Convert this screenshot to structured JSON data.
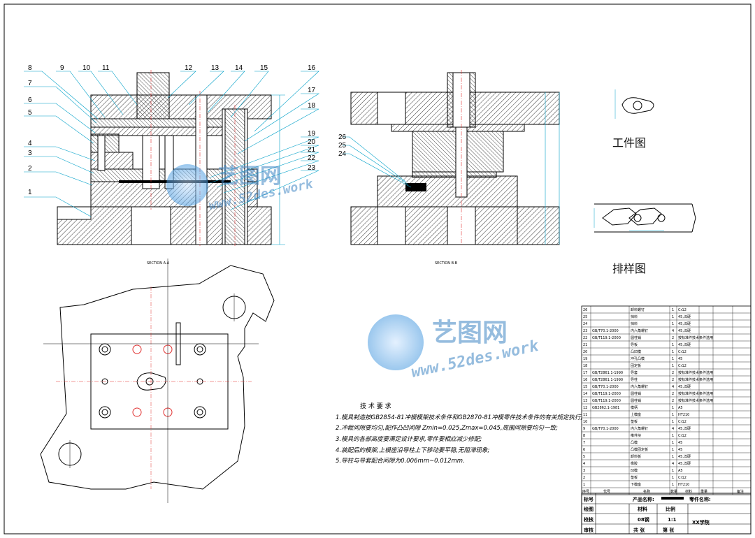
{
  "part_numbers_left": [
    "1",
    "2",
    "3",
    "4",
    "5",
    "6",
    "7",
    "8",
    "9",
    "10",
    "11",
    "12",
    "13",
    "14",
    "15",
    "16",
    "17",
    "18",
    "19",
    "20",
    "21",
    "22",
    "23"
  ],
  "part_numbers_right": [
    "26",
    "25",
    "24"
  ],
  "section_labels": [
    "SECTION A-A",
    "SECTION B-B"
  ],
  "view_labels": {
    "workpiece": "工件图",
    "strip_layout": "排样图"
  },
  "tech_requirements": {
    "title": "技 术 要 求",
    "items": [
      "1.模具制造按GB2854-81冲模模架技术条件和GB2870-81冲模零件技术条件的有关规定执行;",
      "2.冲裁间隙要均匀,配作凸凹间隙 Zmin=0.025,Zmax=0.045,周围间隙要均匀一致;",
      "3.模具的各部高度要满足设计要求,零件要相应减少修配;",
      "4.装配后的模架,上模座沿导柱上下移动要平稳,无阻滞现象;",
      "5.导柱与导套配合间隙为0.006mm~0.012mm."
    ]
  },
  "bom_rows": [
    {
      "no": "26",
      "std": "",
      "name": "卸料螺钉",
      "qty": "1",
      "mat": "Cr12"
    },
    {
      "no": "25",
      "std": "",
      "name": "挡料",
      "qty": "1",
      "mat": "45,淬硬"
    },
    {
      "no": "24",
      "std": "",
      "name": "挡料",
      "qty": "1",
      "mat": "45,淬硬"
    },
    {
      "no": "23",
      "std": "GB/T70.1-2000",
      "name": "内六角螺钉",
      "qty": "4",
      "mat": "45,淬硬"
    },
    {
      "no": "22",
      "std": "GB/T119.1-2000",
      "name": "圆柱销",
      "qty": "2",
      "mat": "按标准件技术条件选用"
    },
    {
      "no": "21",
      "std": "",
      "name": "导板",
      "qty": "1",
      "mat": "45,淬硬"
    },
    {
      "no": "20",
      "std": "",
      "name": "凸凹模",
      "qty": "1",
      "mat": "Cr12"
    },
    {
      "no": "19",
      "std": "",
      "name": "冲孔凸模",
      "qty": "1",
      "mat": "45"
    },
    {
      "no": "18",
      "std": "",
      "name": "固定板",
      "qty": "1",
      "mat": "Cr12"
    },
    {
      "no": "17",
      "std": "GB/T2861.1-1990",
      "name": "导套",
      "qty": "2",
      "mat": "按标准件技术条件选用"
    },
    {
      "no": "16",
      "std": "GB/T2861.1-1990",
      "name": "导柱",
      "qty": "2",
      "mat": "按标准件技术条件选用"
    },
    {
      "no": "15",
      "std": "GB/T70.1-2000",
      "name": "内六角螺钉",
      "qty": "4",
      "mat": "45,淬硬"
    },
    {
      "no": "14",
      "std": "GB/T119.1-2000",
      "name": "圆柱销",
      "qty": "2",
      "mat": "按标准件技术条件选用"
    },
    {
      "no": "13",
      "std": "GB/T119.1-2000",
      "name": "圆柱销",
      "qty": "2",
      "mat": "按标准件技术条件选用"
    },
    {
      "no": "12",
      "std": "GB2862.1-1981",
      "name": "模柄",
      "qty": "1",
      "mat": "A5"
    },
    {
      "no": "11",
      "std": "",
      "name": "上模座",
      "qty": "1",
      "mat": "HT210"
    },
    {
      "no": "10",
      "std": "",
      "name": "垫板",
      "qty": "1",
      "mat": "Cr12"
    },
    {
      "no": "9",
      "std": "GB/T70.1-2000",
      "name": "内六角螺钉",
      "qty": "4",
      "mat": "45,淬硬"
    },
    {
      "no": "8",
      "std": "",
      "name": "推件块",
      "qty": "1",
      "mat": "Cr12"
    },
    {
      "no": "7",
      "std": "",
      "name": "凸模",
      "qty": "1",
      "mat": "45"
    },
    {
      "no": "6",
      "std": "",
      "name": "凸模固定板",
      "qty": "1",
      "mat": "45"
    },
    {
      "no": "5",
      "std": "",
      "name": "卸料板",
      "qty": "1",
      "mat": "45,淬硬"
    },
    {
      "no": "4",
      "std": "",
      "name": "橡胶",
      "qty": "4",
      "mat": "45,淬硬"
    },
    {
      "no": "3",
      "std": "",
      "name": "凹模",
      "qty": "1",
      "mat": "A5"
    },
    {
      "no": "2",
      "std": "",
      "name": "垫板",
      "qty": "1",
      "mat": "Cr12"
    },
    {
      "no": "1",
      "std": "",
      "name": "下模座",
      "qty": "1",
      "mat": "HT210"
    }
  ],
  "bom_header": {
    "no": "序号",
    "std": "代号",
    "name": "名称",
    "qty": "数量",
    "mat": "材料",
    "weight": "重量",
    "note": "备注"
  },
  "title_block": {
    "row1": [
      "标号",
      "产品名称:",
      "零件名称:"
    ],
    "row2": [
      "绘图",
      "材料",
      "比例"
    ],
    "row3": [
      "校核",
      "08钢",
      "1:1",
      "XX学院"
    ],
    "row4": [
      "审核",
      "共 张",
      "第 张"
    ]
  },
  "watermark": {
    "brand": "艺图网",
    "url": "www.52des.work"
  },
  "colors": {
    "line": "#000000",
    "leader": "#00a0c8",
    "hatch": "#000000",
    "dim": "#00a0c8",
    "watermark": "#3f86c4",
    "red": "#e0302f"
  }
}
